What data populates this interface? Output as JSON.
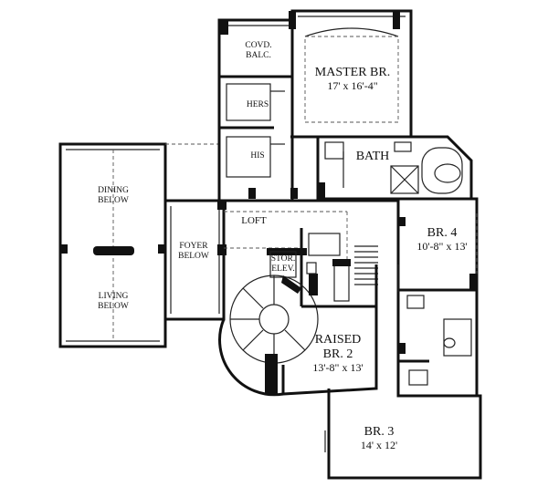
{
  "rooms": {
    "covd_balc": {
      "line1": "COVD.",
      "line2": "BALC."
    },
    "master_br": {
      "name": "MASTER BR.",
      "size": "17' x 16'-4\""
    },
    "hers": "HERS",
    "his": "HIS",
    "bath": "BATH",
    "dining": {
      "line1": "DINING",
      "line2": "BELOW"
    },
    "living": {
      "line1": "LIVING",
      "line2": "BELOW"
    },
    "loft": "LOFT",
    "foyer": {
      "line1": "FOYER",
      "line2": "BELOW"
    },
    "stor": "STOR.",
    "elev": "ELEV.",
    "br4": {
      "name": "BR. 4",
      "size": "10'-8\" x 13'"
    },
    "raised_br2": {
      "line1": "RAISED",
      "line2": "BR. 2",
      "size": "13'-8\" x 13'"
    },
    "br3": {
      "name": "BR. 3",
      "size": "14' x 12'"
    }
  }
}
